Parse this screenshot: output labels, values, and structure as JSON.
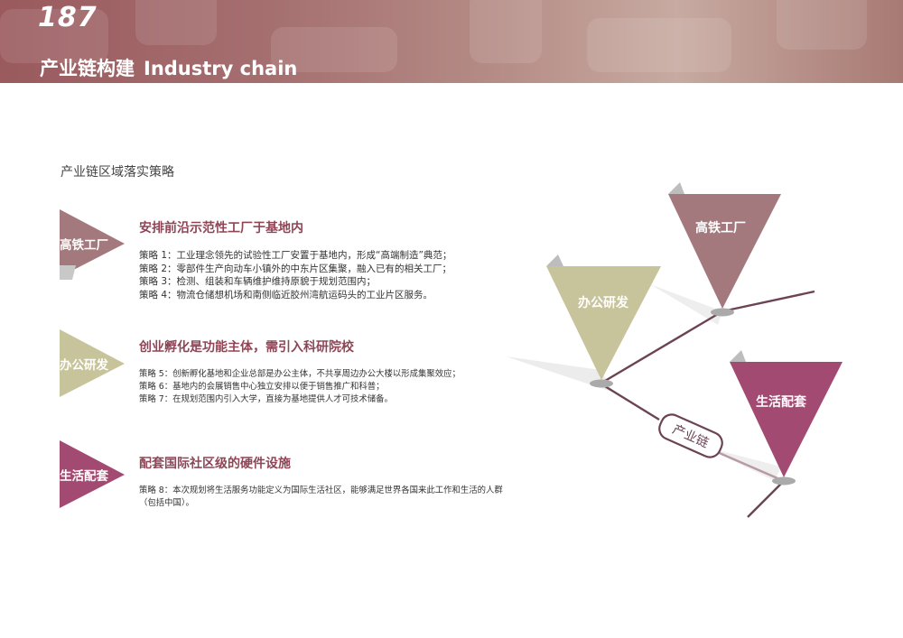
{
  "header": {
    "page_number": "187",
    "title_cn": "产业链构建",
    "title_en": "Industry chain"
  },
  "subtitle": "产业链区域落实策略",
  "sections": [
    {
      "tag": "高铁工厂",
      "heading": "安排前沿示范性工厂于基地内",
      "lines": [
        "策略 1：工业理念领先的试验性工厂安置于基地内，形成“高端制造”典范；",
        "策略 2：零部件生产向动车小镇外的中东片区集聚，融入已有的相关工厂；",
        "策略 3：检测、组装和车辆维护维持原貌于规划范围内；",
        "策略 4：物流仓储想机场和南侧临近胶州湾航运码头的工业片区服务。"
      ]
    },
    {
      "tag": "办公研发",
      "heading": "创业孵化是功能主体，需引入科研院校",
      "lines": [
        "策略 5：创新孵化基地和企业总部是办公主体，不共享周边办公大楼以形成集聚效应；",
        "策略 6：基地内的会展销售中心独立安排以便于销售推广和科普；",
        "策略 7：在规划范围内引入大学，直接为基地提供人才可技术储备。"
      ]
    },
    {
      "tag": "生活配套",
      "heading": "配套国际社区级的硬件设施",
      "lines": [
        "策略 8：本次规划将生活服务功能定义为国际生活社区，能够满足世界各国来此工作和生活的人群（包括中国）。"
      ]
    }
  ],
  "diagram": {
    "chain_label": "产业链",
    "nodes": [
      "高铁工厂",
      "办公研发",
      "生活配套"
    ]
  },
  "colors": {
    "rail_factory": "#a3797d",
    "office_rd": "#c7c39a",
    "living": "#a24a72",
    "heading": "#8e4656",
    "chain_line": "#6b4354"
  }
}
